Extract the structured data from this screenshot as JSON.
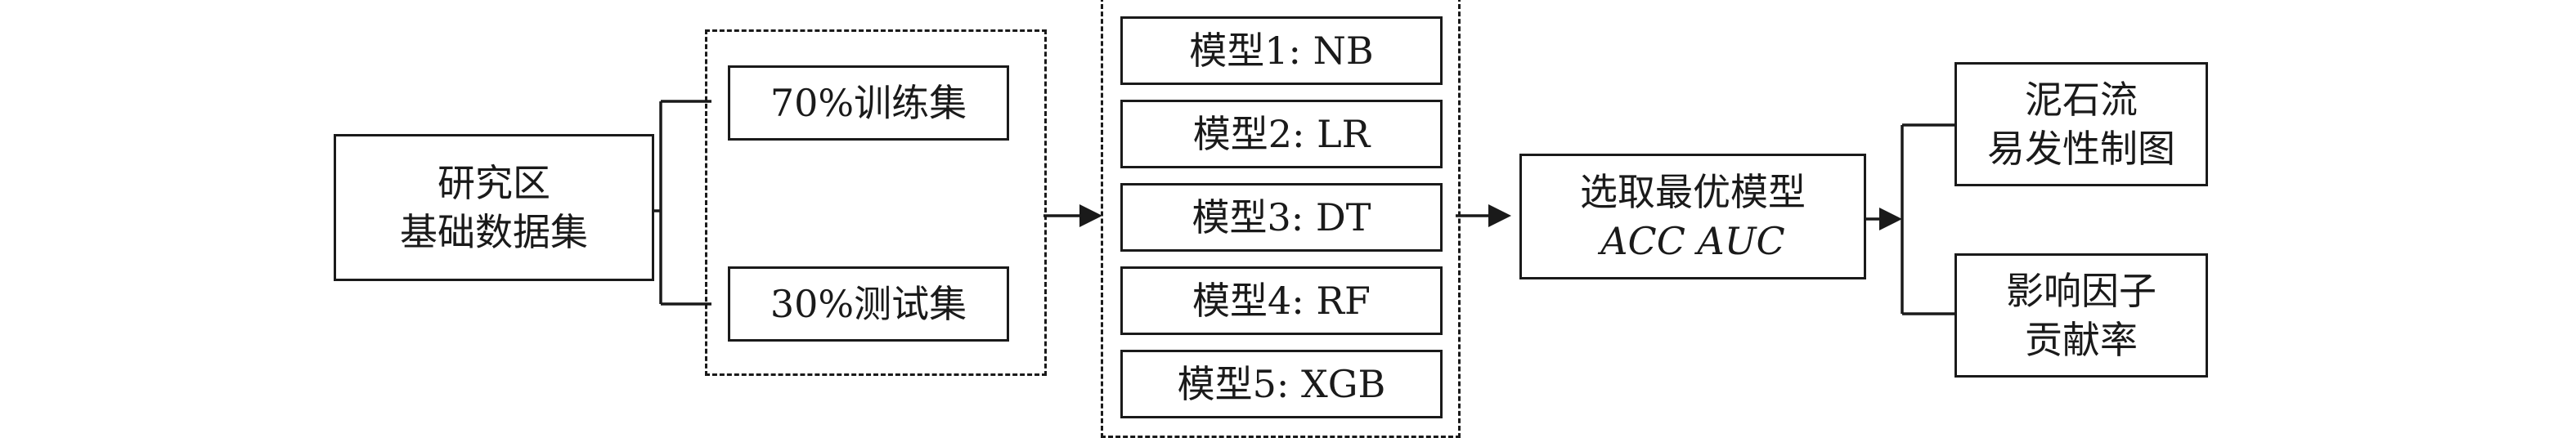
{
  "nodes": {
    "study_data": {
      "lines": [
        "研究区",
        "基础数据集"
      ]
    },
    "train_set": {
      "label": "70%训练集"
    },
    "test_set": {
      "label": "30%测试集"
    },
    "models": [
      {
        "label": "模型1: NB"
      },
      {
        "label": "模型2: LR"
      },
      {
        "label": "模型3: DT"
      },
      {
        "label": "模型4: RF"
      },
      {
        "label": "模型5: XGB"
      }
    ],
    "select_best": {
      "line1": "选取最优模型",
      "line2": "ACC AUC"
    },
    "susceptibility_map": {
      "lines": [
        "泥石流",
        "易发性制图"
      ]
    },
    "factor_contribution": {
      "lines": [
        "影响因子",
        "贡献率"
      ]
    }
  },
  "edges": [
    {
      "from": "study_data",
      "to": "train_set"
    },
    {
      "from": "study_data",
      "to": "test_set"
    },
    {
      "from": "split_group",
      "to": "models"
    },
    {
      "from": "models",
      "to": "select_best"
    },
    {
      "from": "select_best",
      "to": "susceptibility_map"
    },
    {
      "from": "select_best",
      "to": "factor_contribution"
    }
  ]
}
